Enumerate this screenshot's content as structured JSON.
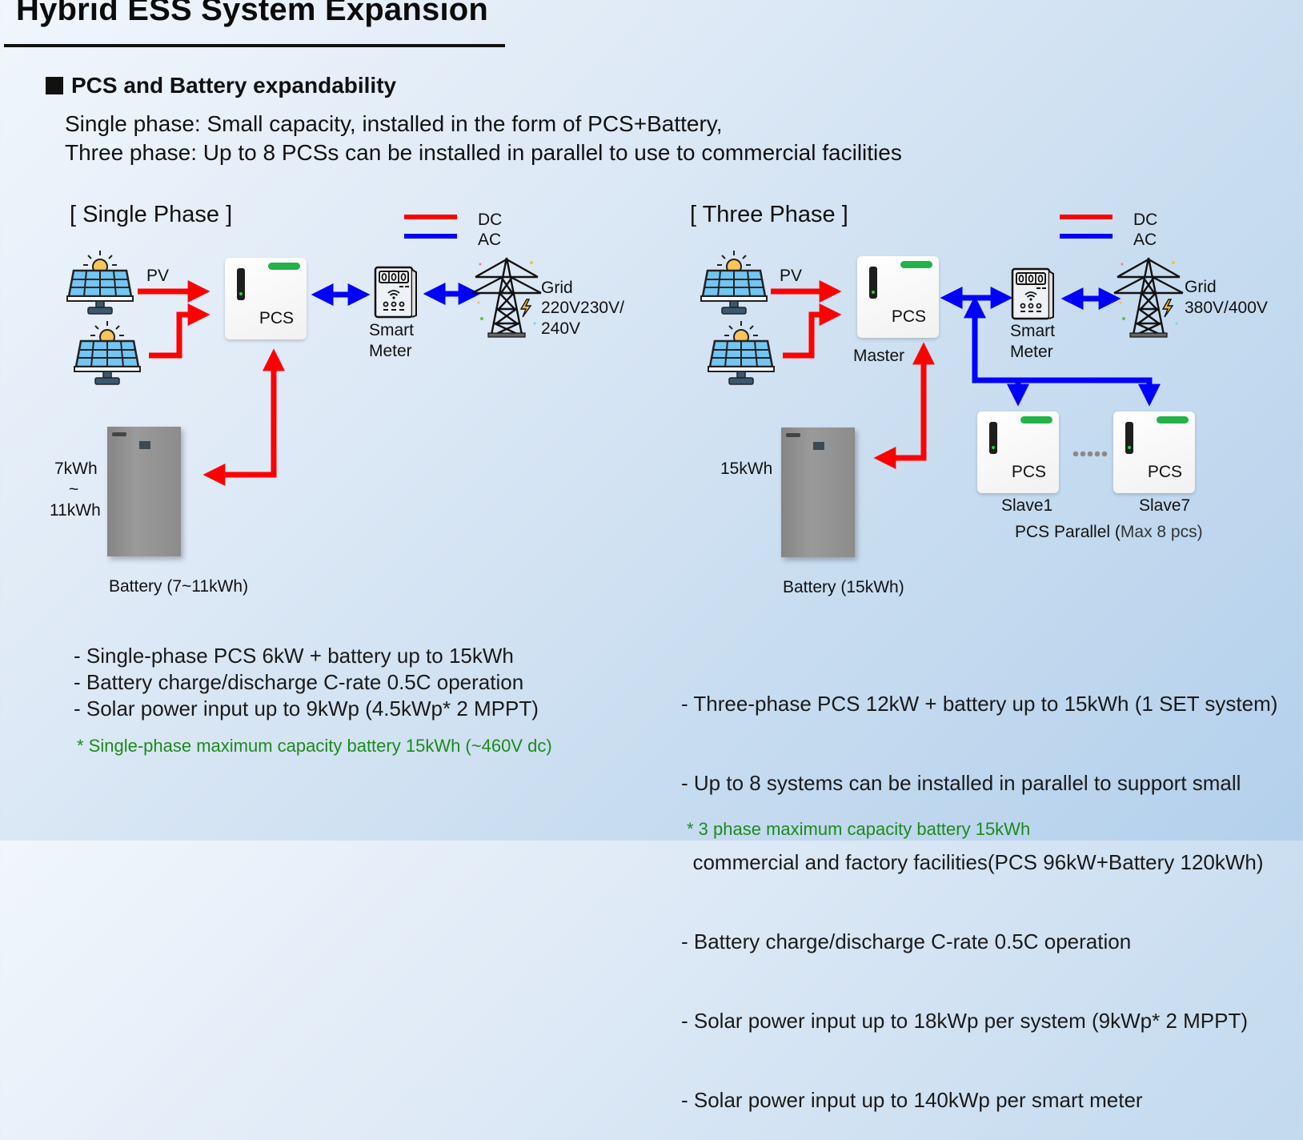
{
  "header": {
    "title": "Hybrid ESS System Expansion",
    "section_title": "PCS and Battery expandability",
    "intro_lines": [
      "Single phase: Small capacity, installed in the form of PCS+Battery,",
      "Three phase: Up to 8 PCSs can be installed in parallel to use to commercial facilities"
    ]
  },
  "legend": {
    "dc_label": "DC",
    "ac_label": "AC",
    "dc_color": "#ff0000",
    "ac_color": "#0000ff"
  },
  "single_phase": {
    "label": "[ Single Phase ]",
    "pv_label": "PV",
    "pcs_label": "PCS",
    "smart_meter_label": [
      "Smart",
      "Meter"
    ],
    "grid_label": [
      "Grid",
      "220V230V/",
      "240V"
    ],
    "battery_capacity": [
      "7kWh",
      "~",
      "11kWh"
    ],
    "battery_caption": "Battery (7~11kWh)",
    "bullets": [
      "- Single-phase PCS 6kW + battery up to 15kWh",
      "- Battery charge/discharge C-rate 0.5C operation",
      "- Solar power input up to 9kWp (4.5kWp* 2 MPPT)"
    ],
    "note": "* Single-phase maximum capacity battery 15kWh (~460V dc)"
  },
  "three_phase": {
    "label": "[ Three Phase ]",
    "pv_label": "PV",
    "pcs_label": "PCS",
    "master_label": "Master",
    "smart_meter_label": [
      "Smart",
      "Meter"
    ],
    "grid_label": [
      "Grid",
      "380V/400V"
    ],
    "battery_capacity": "15kWh",
    "battery_caption": "Battery (15kWh)",
    "slaves": [
      {
        "pcs_label": "PCS",
        "name": "Slave1"
      },
      {
        "pcs_label": "PCS",
        "name": "Slave7"
      }
    ],
    "parallel_caption_main": "PCS Parallel (",
    "parallel_caption_sub": "Max 8 pcs)",
    "bullets": [
      "- Three-phase PCS 12kW + battery up to 15kWh (1 SET system)",
      "- Up to 8 systems can be installed in parallel to support small",
      "  commercial and factory facilities(PCS 96kW+Battery 120kWh)",
      "- Battery charge/discharge C-rate 0.5C operation",
      "- Solar power input up to 18kWp per system (9kWp* 2 MPPT)",
      "- Solar power input up to 140kWp per smart meter"
    ],
    "note": "* 3 phase maximum capacity battery 15kWh"
  }
}
